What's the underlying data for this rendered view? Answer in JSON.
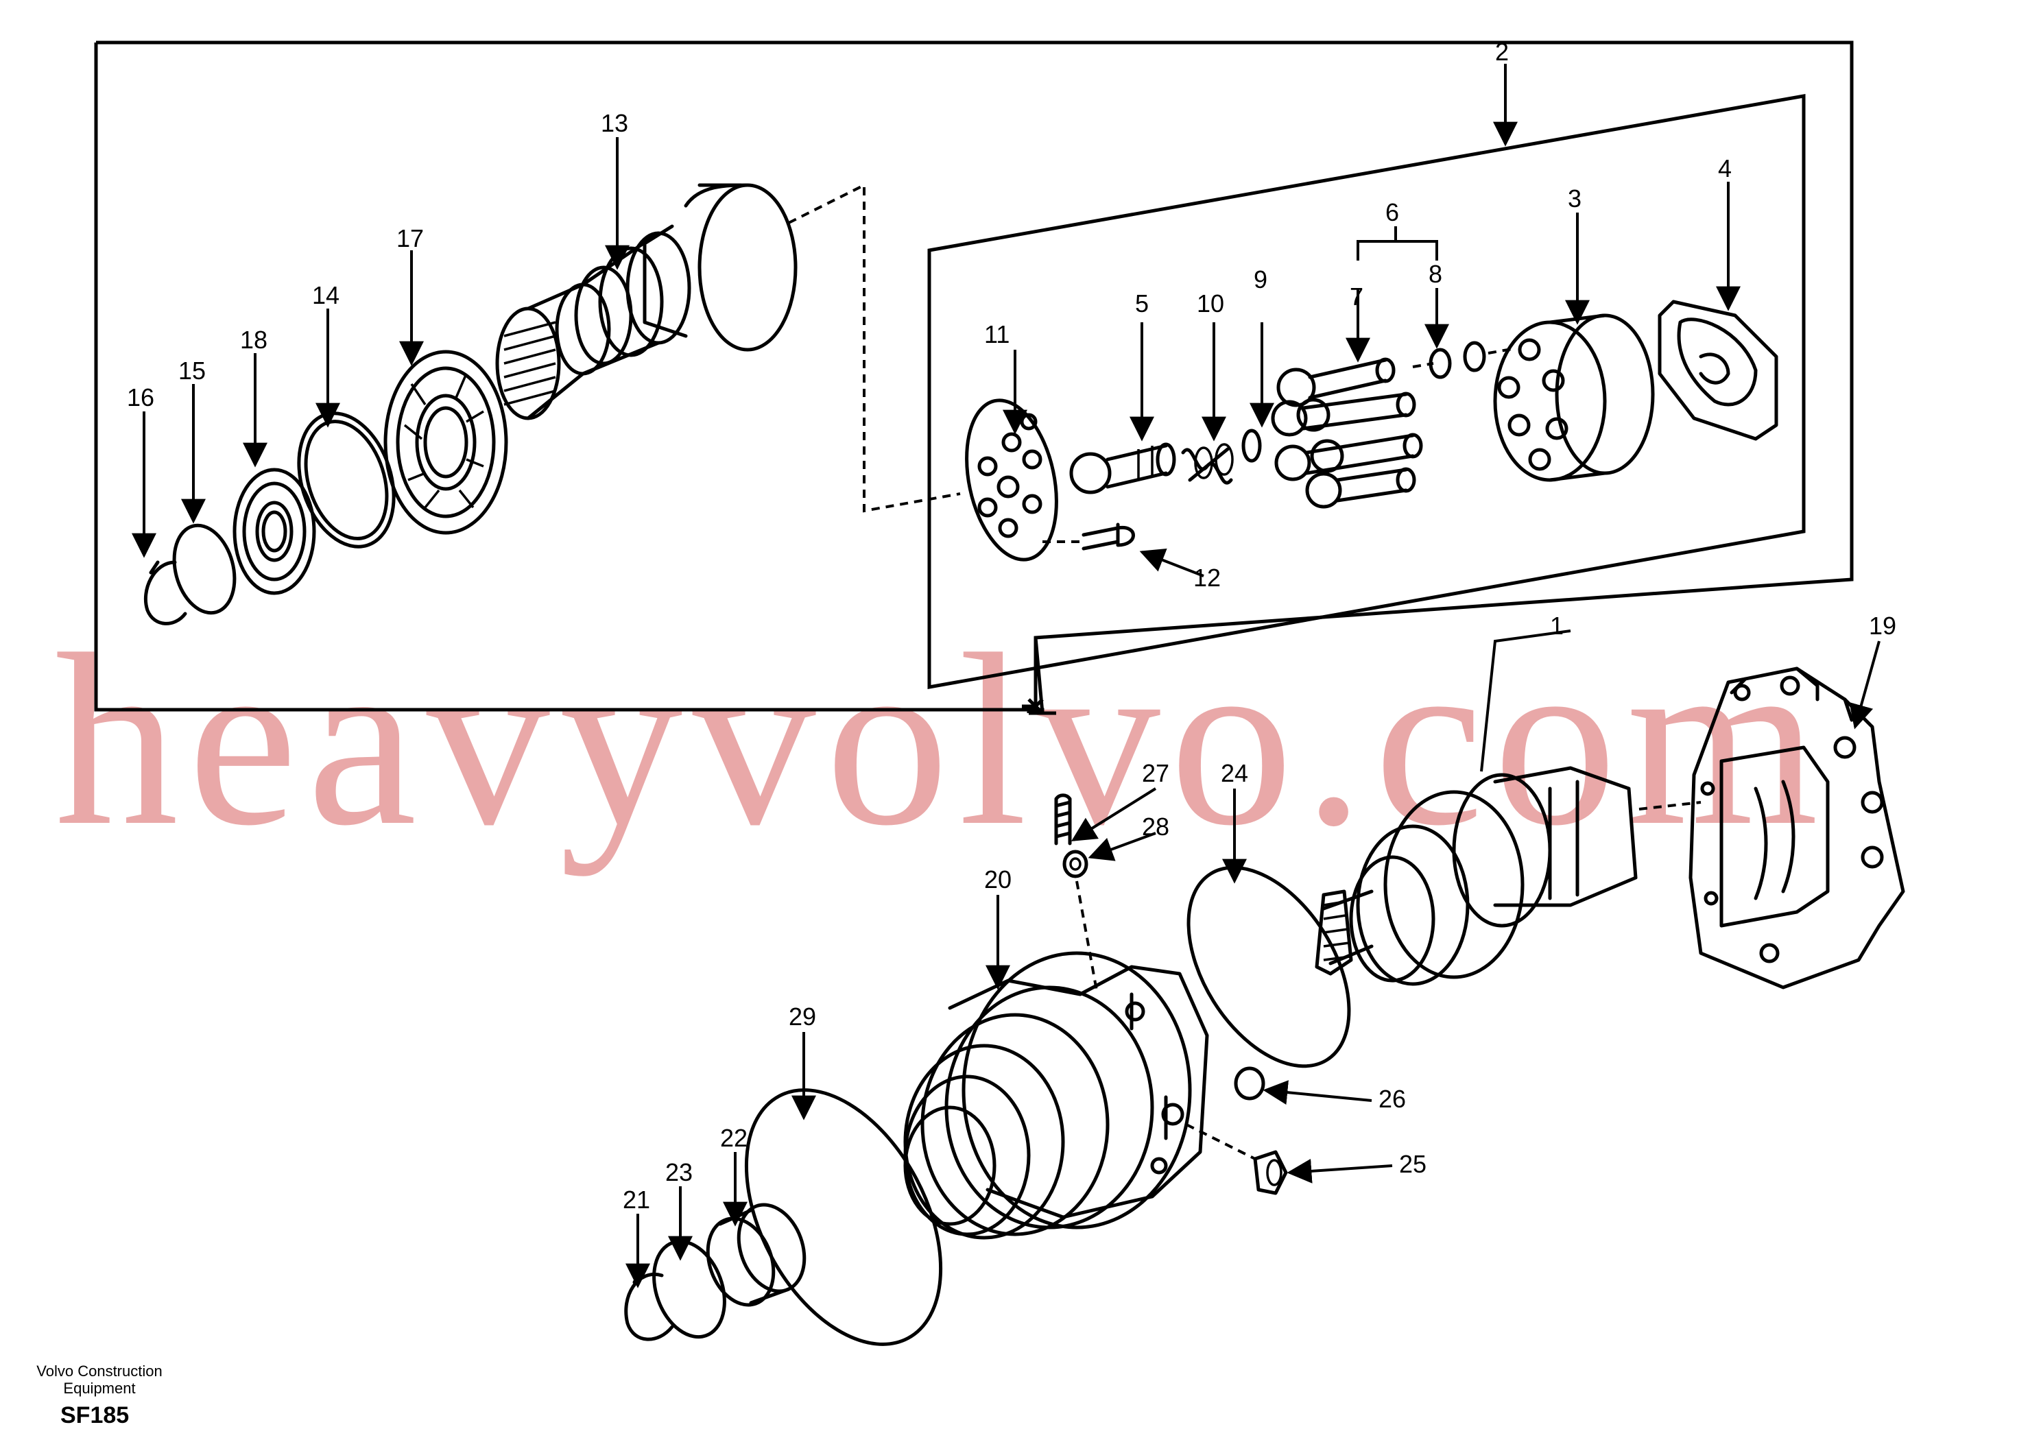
{
  "watermark": "heavyvolvo.com",
  "footer": {
    "company_line1": "Volvo Construction",
    "company_line2": "Equipment",
    "code": "SF185"
  },
  "callouts": {
    "c1": "1",
    "c2": "2",
    "c3": "3",
    "c4": "4",
    "c5": "5",
    "c6": "6",
    "c7": "7",
    "c8": "8",
    "c9": "9",
    "c10": "10",
    "c11": "11",
    "c12": "12",
    "c13": "13",
    "c14": "14",
    "c15": "15",
    "c16": "16",
    "c17": "17",
    "c18": "18",
    "c19": "19",
    "c20": "20",
    "c21": "21",
    "c22": "22",
    "c23": "23",
    "c24": "24",
    "c25": "25",
    "c26": "26",
    "c27": "27",
    "c28": "28",
    "c29": "29"
  }
}
